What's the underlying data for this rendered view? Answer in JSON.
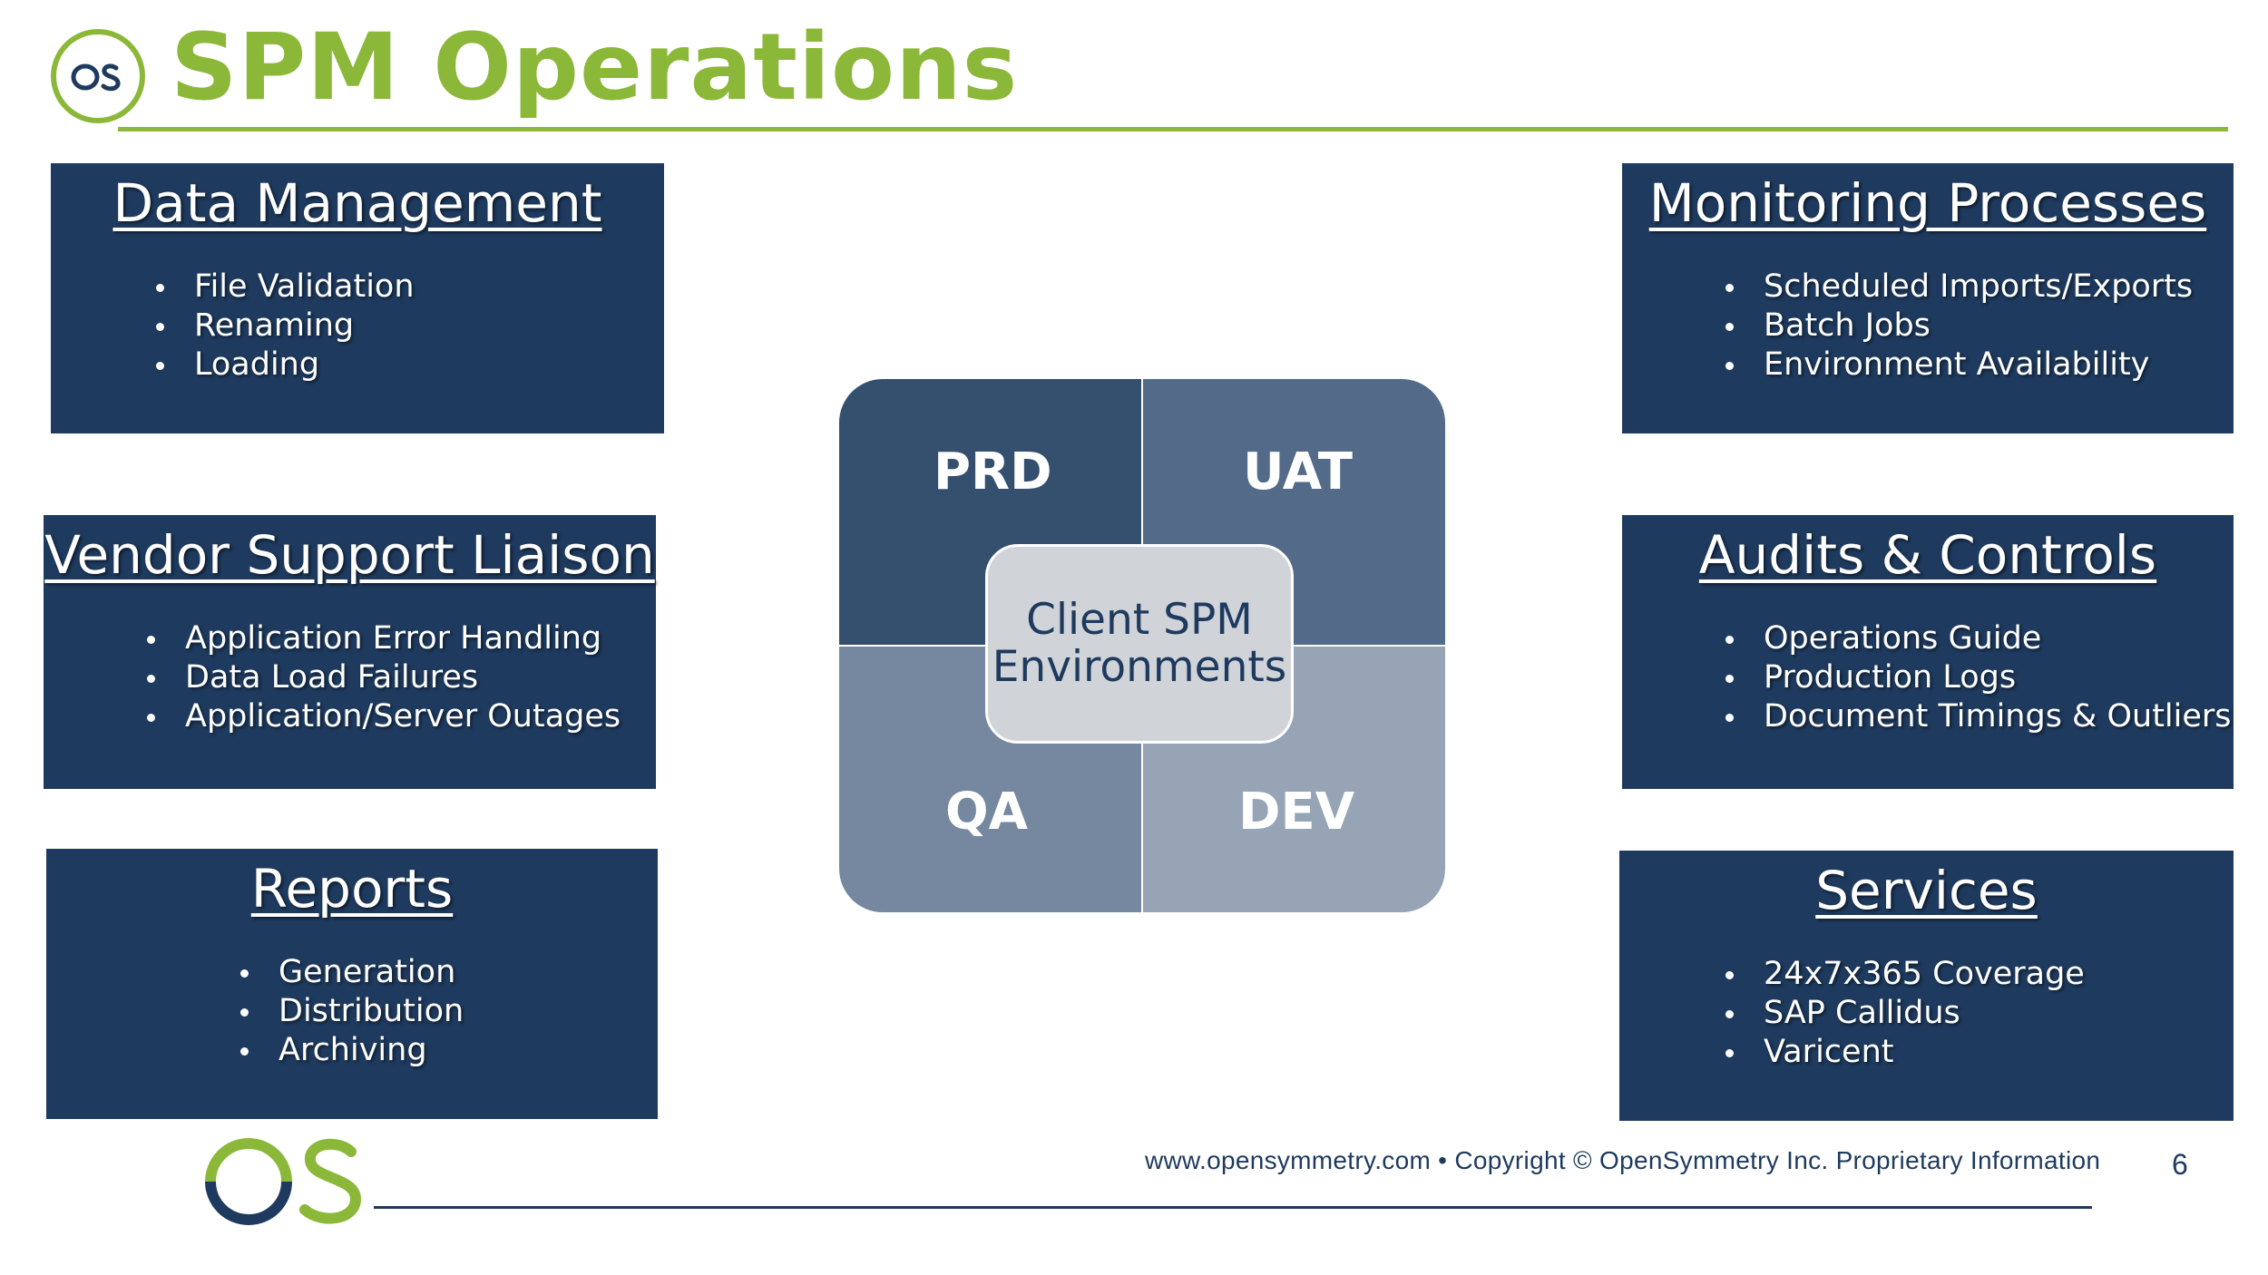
{
  "header": {
    "logo_text": "OS",
    "title": "SPM Operations"
  },
  "colors": {
    "accent_green": "#8cb83a",
    "navy": "#1e3a5e",
    "prd": "#35506f",
    "uat": "#536a88",
    "qa": "#75889f",
    "dev": "#96a4b6",
    "center": "#d0d3d8"
  },
  "boxes": {
    "data_management": {
      "title": "Data Management",
      "items": [
        "File Validation",
        "Renaming",
        "Loading"
      ]
    },
    "vendor_support": {
      "title": "Vendor Support Liaison",
      "items": [
        "Application Error Handling",
        "Data Load Failures",
        "Application/Server Outages"
      ]
    },
    "reports": {
      "title": "Reports",
      "items": [
        "Generation",
        "Distribution",
        "Archiving"
      ]
    },
    "monitoring": {
      "title": "Monitoring Processes",
      "items": [
        "Scheduled Imports/Exports",
        "Batch Jobs",
        "Environment Availability"
      ]
    },
    "audits": {
      "title": "Audits & Controls",
      "items": [
        "Operations Guide",
        "Production Logs",
        "Document Timings & Outliers"
      ]
    },
    "services": {
      "title": "Services",
      "items": [
        "24x7x365 Coverage",
        "SAP Callidus",
        "Varicent"
      ]
    }
  },
  "environments": {
    "prd": "PRD",
    "uat": "UAT",
    "qa": "QA",
    "dev": "DEV",
    "center_line1": "Client SPM",
    "center_line2": "Environments"
  },
  "footer": {
    "logo_icon": "os-logo",
    "text": "www.opensymmetry.com • Copyright © OpenSymmetry Inc. Proprietary Information",
    "page_number": "6"
  }
}
